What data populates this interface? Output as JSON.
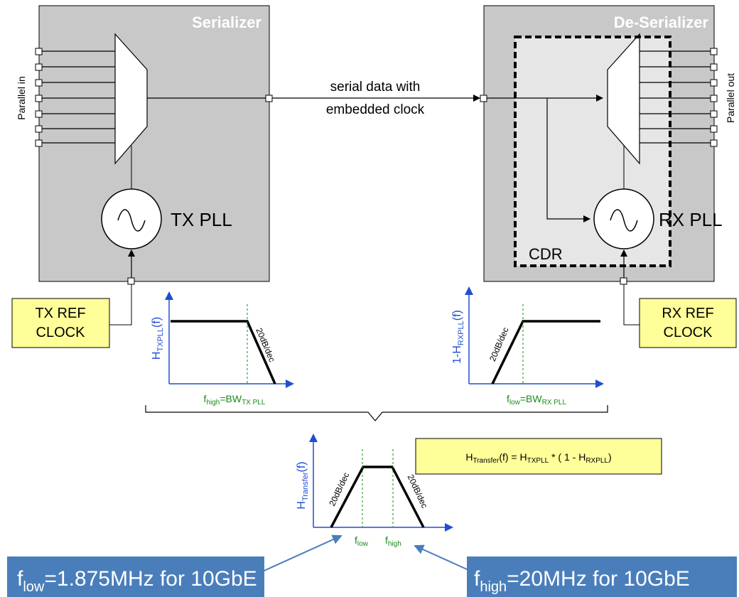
{
  "serializer": {
    "title": "Serializer",
    "pll_label": "TX PLL",
    "parallel_label": "Parallel in"
  },
  "deserializer": {
    "title": "De-Serializer",
    "pll_label": "RX PLL",
    "cdr_label": "CDR",
    "parallel_label": "Parallel out"
  },
  "link": {
    "line1": "serial data with",
    "line2": "embedded clock"
  },
  "tx_ref": {
    "line1": "TX REF",
    "line2": "CLOCK"
  },
  "rx_ref": {
    "line1": "RX REF",
    "line2": "CLOCK"
  },
  "tx_plot": {
    "ylabel": {
      "base": "H",
      "sub": "TXPLL",
      "tail": "(f)"
    },
    "xlabel": {
      "f": "f",
      "fsub": "high",
      "eq": "=BW",
      "bwsub": "TX PLL"
    },
    "slope": "20dB/dec"
  },
  "rx_plot": {
    "ylabel": {
      "base": "1-H",
      "sub": "RXPLL",
      "tail": "(f)"
    },
    "xlabel": {
      "f": "f",
      "fsub": "low",
      "eq": "=BW",
      "bwsub": "RX PLL"
    },
    "slope": "20dB/dec"
  },
  "transfer_plot": {
    "ylabel": {
      "base": "H",
      "sub": "Transfer",
      "tail": "(f)"
    },
    "slope_left": "20dB/dec",
    "slope_right": "20dB/dec",
    "flow": {
      "f": "f",
      "sub": "low"
    },
    "fhigh": {
      "f": "f",
      "sub": "high"
    }
  },
  "formula": {
    "h": "H",
    "hsub": "Transfer",
    "mid": "(f) = H",
    "txsub": "TXPLL",
    "mid2": " * ( 1 - H",
    "rxsub": "RXPLL",
    "end": ")"
  },
  "callout_low": {
    "f": "f",
    "sub": "low",
    "text": "=1.875MHz for 10GbE"
  },
  "callout_high": {
    "f": "f",
    "sub": "high",
    "text": "=20MHz for 10GbE"
  },
  "colors": {
    "block": "#c8c8c8",
    "cdr": "#e6e6e6",
    "ref": "#ffff99",
    "callout": "#4a7ebb",
    "green": "#1a8a1a",
    "blue": "#1f4fd0"
  }
}
